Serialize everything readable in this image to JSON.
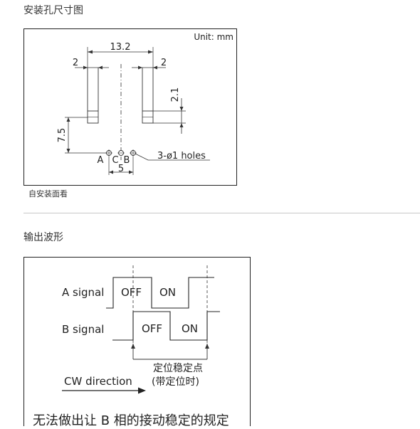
{
  "section1": {
    "title": "安装孔尺寸图",
    "unit": "Unit: mm",
    "dim_width": "13.2",
    "dim_left_pin": "2",
    "dim_right_pin": "2",
    "dim_pin_len": "2.1",
    "dim_height": "7.5",
    "dim_hole_span": "5",
    "hole_label_a": "A",
    "hole_label_c": "C",
    "hole_label_b": "B",
    "holes_note": "3-ø1 holes",
    "caption": "自安装面看"
  },
  "section2": {
    "title": "输出波形",
    "a_signal": "A signal",
    "b_signal": "B signal",
    "a_off": "OFF",
    "a_on": "ON",
    "b_off": "OFF",
    "b_on": "ON",
    "stable_line1": "定位稳定点",
    "stable_line2": "(带定位时)",
    "cw_direction": "CW direction",
    "bottom_text": "无法做出让 B 相的接动稳定的规定"
  }
}
